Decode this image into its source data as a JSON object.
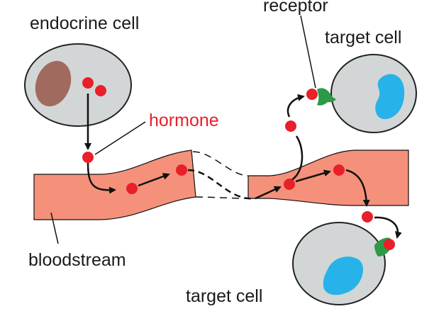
{
  "labels": {
    "endocrine_cell": "endocrine cell",
    "receptor": "receptor",
    "target_cell_top": "target cell",
    "hormone": "hormone",
    "bloodstream": "bloodstream",
    "target_cell_bottom": "target cell"
  },
  "colors": {
    "cell_fill": "#d3d6d6",
    "cell_stroke": "#222222",
    "nucleus_endocrine": "#a06a5e",
    "nucleus_target": "#27b3ea",
    "blood": "#f5917a",
    "hormone": "#e8202a",
    "receptor": "#2c9a48",
    "line": "#111111",
    "hormone_label": "#e8202a"
  }
}
